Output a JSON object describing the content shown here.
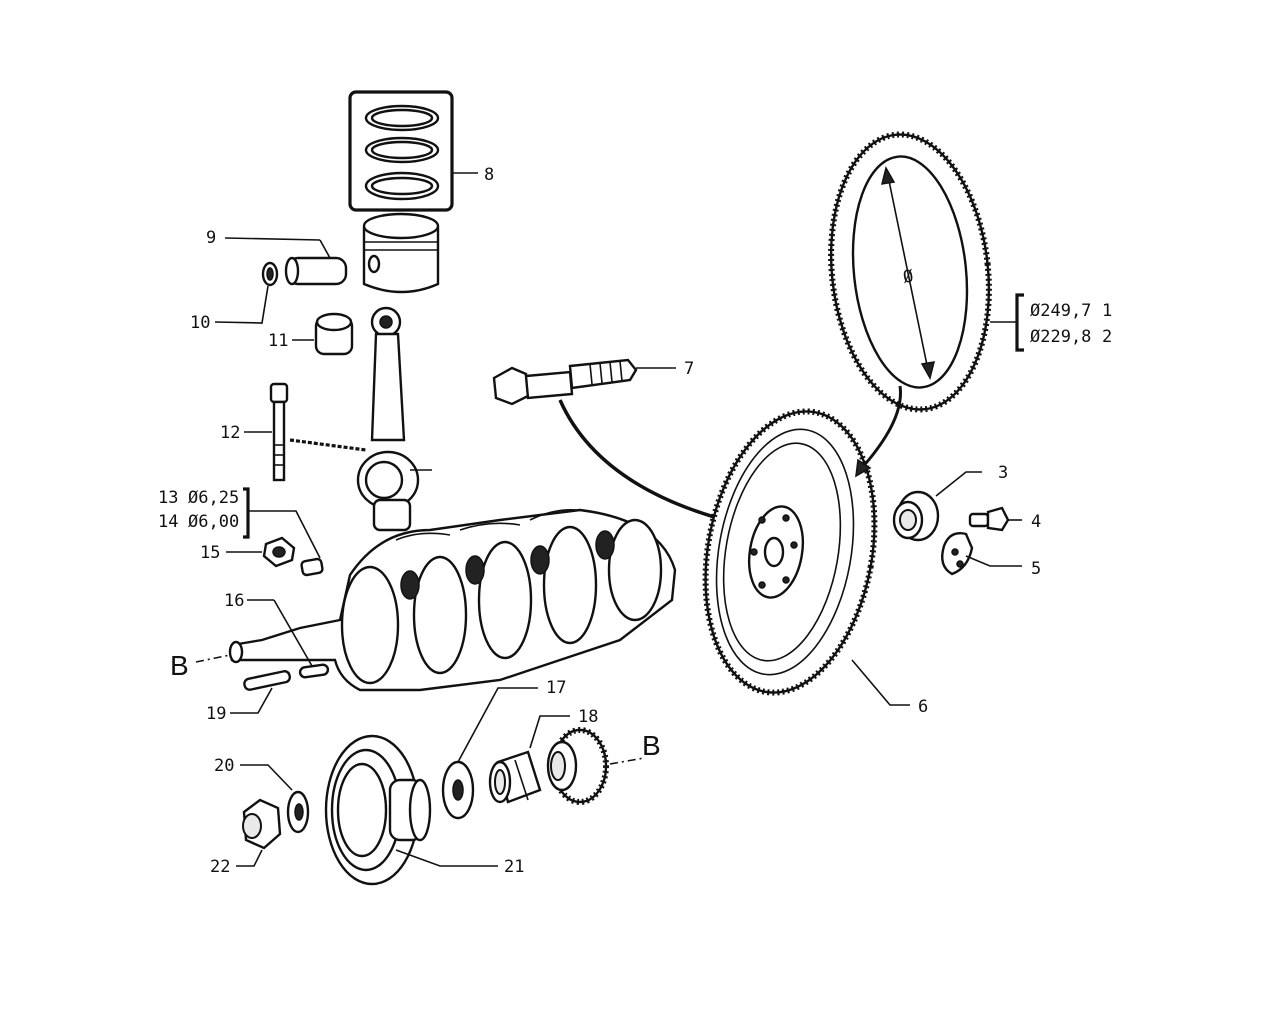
{
  "callouts": {
    "c1": "1",
    "c2": "2",
    "c3": "3",
    "c4": "4",
    "c5": "5",
    "c6": "6",
    "c7": "7",
    "c8": "8",
    "c9": "9",
    "c10": "10",
    "c11": "11",
    "c12": "12",
    "c13": "13",
    "c14": "14",
    "c15": "15",
    "c16": "16",
    "c17": "17",
    "c18": "18",
    "c19": "19",
    "c20": "20",
    "c21": "21",
    "c22": "22"
  },
  "section_marks": {
    "left": "B",
    "right": "B"
  },
  "diameter_symbol": "Ø",
  "ring_gear_sizes": {
    "size1": "Ø249,7",
    "size2": "Ø229,8"
  },
  "pin_sizes": {
    "size13": "Ø6,25",
    "size14": "Ø6,00"
  }
}
